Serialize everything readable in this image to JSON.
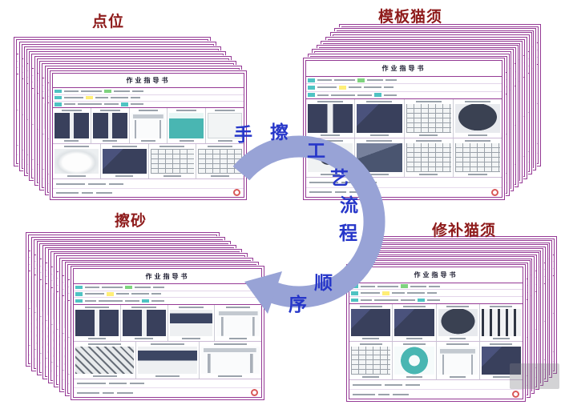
{
  "palette": {
    "label_red": "#8e1b1b",
    "flow_blue": "#2636c9",
    "ring": "#98a3d6",
    "doc_border": "#953a95",
    "teal": "#49b6b2",
    "chip_teal": "#4fc3c3",
    "chip_yellow": "#ffee77",
    "chip_green": "#7fd37f",
    "denim": "#39405c",
    "stamp_red": "#cc2222"
  },
  "flow": {
    "chars": [
      "手",
      "擦",
      "工",
      "艺",
      "流",
      "程",
      "顺",
      "序"
    ]
  },
  "doc": {
    "title": "作业指导书"
  },
  "stacks": [
    {
      "id": "dianwei",
      "label": "点位",
      "page_count": 8,
      "photos_row1": [
        "jeans",
        "jeans",
        "table",
        "box-teal",
        "box-white"
      ],
      "photos_row2": [
        "bag",
        "denim",
        "rack",
        "rack"
      ]
    },
    {
      "id": "muban",
      "label": "模板猫须",
      "page_count": 9,
      "photos_row1": [
        "jeans",
        "denim",
        "rack",
        "pad"
      ],
      "photos_row2": [
        "mag",
        "cover",
        "rack",
        "rack"
      ]
    },
    {
      "id": "casha",
      "label": "擦砂",
      "page_count": 9,
      "photos_row1": [
        "jeans",
        "jeans",
        "bench",
        "table"
      ],
      "photos_row2": [
        "tools",
        "bench",
        "table"
      ]
    },
    {
      "id": "xiubu",
      "label": "修补猫须",
      "page_count": 8,
      "photos_row1": [
        "denim",
        "denim",
        "pad",
        "stick"
      ],
      "photos_row2": [
        "rack",
        "tape",
        "table",
        "denim"
      ]
    }
  ]
}
